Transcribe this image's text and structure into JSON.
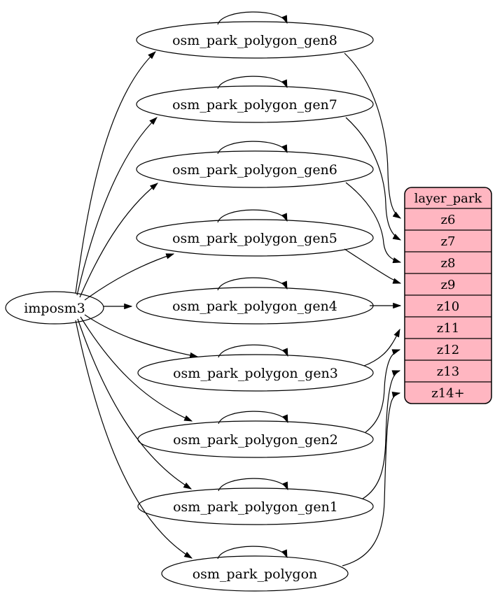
{
  "diagram": {
    "source_node": {
      "id": "imposm3",
      "label": "imposm3"
    },
    "table_nodes": [
      {
        "id": "osm_park_polygon_gen8",
        "label": "osm_park_polygon_gen8"
      },
      {
        "id": "osm_park_polygon_gen7",
        "label": "osm_park_polygon_gen7"
      },
      {
        "id": "osm_park_polygon_gen6",
        "label": "osm_park_polygon_gen6"
      },
      {
        "id": "osm_park_polygon_gen5",
        "label": "osm_park_polygon_gen5"
      },
      {
        "id": "osm_park_polygon_gen4",
        "label": "osm_park_polygon_gen4"
      },
      {
        "id": "osm_park_polygon_gen3",
        "label": "osm_park_polygon_gen3"
      },
      {
        "id": "osm_park_polygon_gen2",
        "label": "osm_park_polygon_gen2"
      },
      {
        "id": "osm_park_polygon_gen1",
        "label": "osm_park_polygon_gen1"
      },
      {
        "id": "osm_park_polygon",
        "label": "osm_park_polygon"
      }
    ],
    "layer_node": {
      "header": "layer_park",
      "rows": [
        "z6",
        "z7",
        "z8",
        "z9",
        "z10",
        "z11",
        "z12",
        "z13",
        "z14+"
      ]
    },
    "edges": {
      "from_source": [
        "osm_park_polygon_gen8",
        "osm_park_polygon_gen7",
        "osm_park_polygon_gen6",
        "osm_park_polygon_gen5",
        "osm_park_polygon_gen4",
        "osm_park_polygon_gen3",
        "osm_park_polygon_gen2",
        "osm_park_polygon_gen1",
        "osm_park_polygon"
      ],
      "self_loops": [
        "osm_park_polygon_gen8",
        "osm_park_polygon_gen7",
        "osm_park_polygon_gen6",
        "osm_park_polygon_gen5",
        "osm_park_polygon_gen4",
        "osm_park_polygon_gen3",
        "osm_park_polygon_gen2",
        "osm_park_polygon_gen1",
        "osm_park_polygon"
      ],
      "to_layer": [
        {
          "from": "osm_park_polygon_gen8",
          "to": "z6"
        },
        {
          "from": "osm_park_polygon_gen7",
          "to": "z7"
        },
        {
          "from": "osm_park_polygon_gen6",
          "to": "z8"
        },
        {
          "from": "osm_park_polygon_gen5",
          "to": "z9"
        },
        {
          "from": "osm_park_polygon_gen4",
          "to": "z10"
        },
        {
          "from": "osm_park_polygon_gen3",
          "to": "z11"
        },
        {
          "from": "osm_park_polygon_gen2",
          "to": "z12"
        },
        {
          "from": "osm_park_polygon_gen1",
          "to": "z13"
        },
        {
          "from": "osm_park_polygon",
          "to": "z14+"
        }
      ]
    },
    "colors": {
      "background": "#ffffff",
      "node_fill": "#ffffff",
      "layer_fill": "#ffb6c1",
      "stroke": "#000000"
    }
  }
}
